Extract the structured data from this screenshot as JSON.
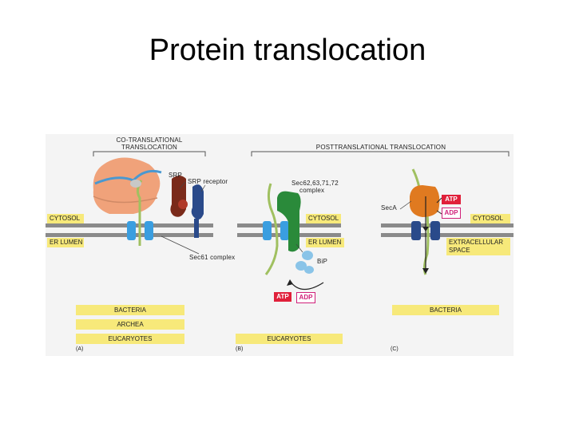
{
  "slide": {
    "title": "Protein translocation"
  },
  "panel_a": {
    "header_line1": "CO-TRANSLATIONAL",
    "header_line2": "TRANSLOCATION",
    "srp_label": "SRP",
    "srp_receptor_label": "SRP receptor",
    "sec61_label": "Sec61 complex",
    "organisms": [
      "BACTERIA",
      "ARCHEA",
      "EUCARYOTES"
    ],
    "panel_letter": "(A)"
  },
  "panel_b": {
    "header": "POSTTRANSLATIONAL TRANSLOCATION",
    "sec_complex_line1": "Sec62,63,71,72",
    "sec_complex_line2": "complex",
    "bip_label": "BiP",
    "atp": "ATP",
    "adp": "ADP",
    "organisms": [
      "EUCARYOTES"
    ],
    "panel_letter": "(B)"
  },
  "panel_c": {
    "seca_label": "SecA",
    "atp": "ATP",
    "adp": "ADP",
    "organisms": [
      "BACTERIA"
    ],
    "panel_letter": "(C)"
  },
  "compartments": {
    "cytosol": "CYTOSOL",
    "er_lumen": "ER LUMEN",
    "extracellular_line1": "EXTRACELLULAR",
    "extracellular_line2": "SPACE"
  },
  "colors": {
    "membrane": "#8a8a8a",
    "ribosome": "#f0a27a",
    "srp": "#7a2a1a",
    "receptor": "#2a4a8a",
    "translocon": "#3a9ee0",
    "chain": "#a0c060",
    "sec_complex": "#2a8a3a",
    "bip": "#8ac4e8",
    "seca": "#e07a20",
    "label_box": "#f7e97a"
  }
}
